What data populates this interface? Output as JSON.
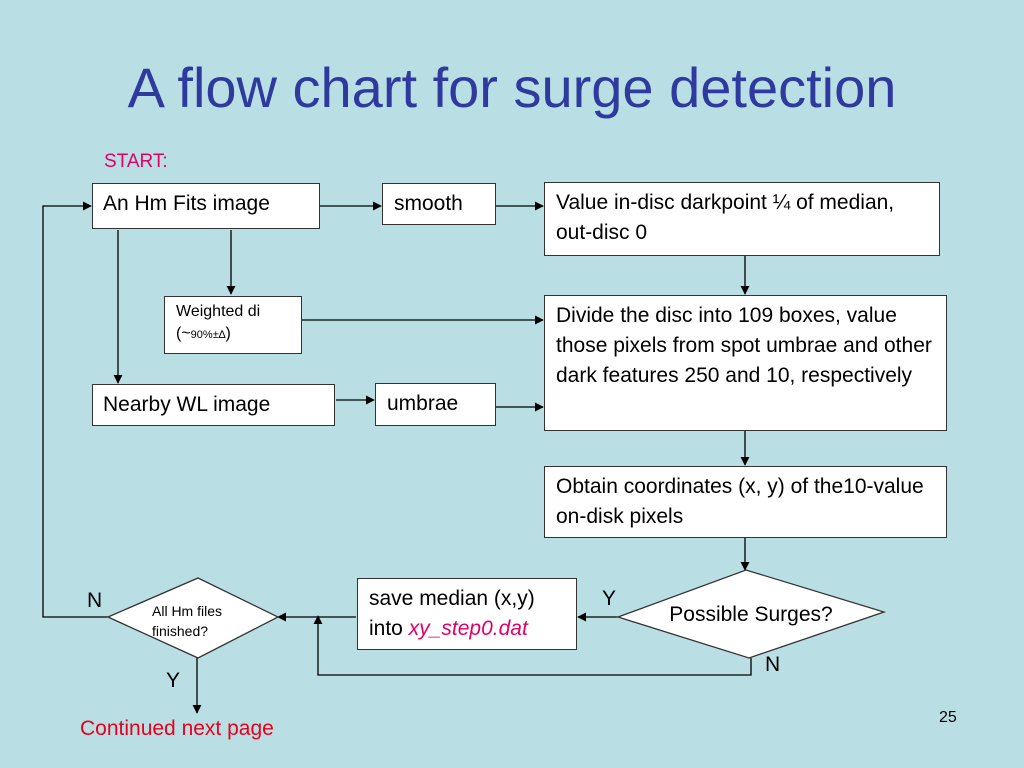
{
  "title": "A flow chart for surge detection",
  "start_label": "START:",
  "nodes": {
    "hm_fits": "An Hm Fits image",
    "smooth": "smooth",
    "darkpoint": "Value in-disc darkpoint ¼ of median, out-disc 0",
    "weighted_line1": "Weighted di",
    "weighted_line2_open": "(~",
    "weighted_line2_small": "90%±∆",
    "weighted_line2_close": ")",
    "nearby_wl": "Nearby WL image",
    "umbrae": "umbrae",
    "divide": "Divide the disc into 109 boxes, value those pixels from spot umbrae and other dark features 250 and 10, respectively",
    "obtain": "Obtain coordinates (x, y) of the10-value on-disk pixels",
    "possible_surges": "Possible Surges?",
    "save_median_line1": "save median (x,y)",
    "save_median_into": "into ",
    "save_median_file": "xy_step0.dat",
    "all_hm_line1": "All Hm files",
    "all_hm_line2": "finished?"
  },
  "edge_labels": {
    "y_surges": "Y",
    "n_surges": "N",
    "n_allhm": "N",
    "y_allhm": "Y"
  },
  "footer": "Continued next page",
  "page_number": "25",
  "colors": {
    "background": "#b9dfe4",
    "title": "#2e3a9e",
    "start": "#e0006a",
    "continued": "#e8001c"
  }
}
